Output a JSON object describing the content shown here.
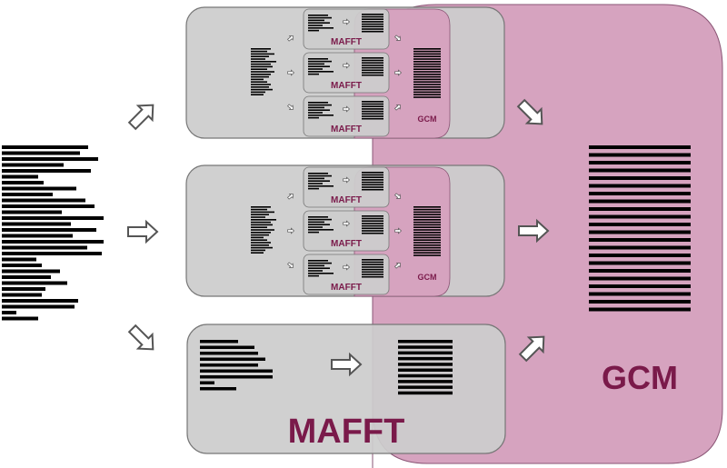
{
  "diagram": {
    "gcm_label_large": "GCM",
    "mafft_label_large": "MAFFT",
    "mafft_label_small": "MAFFT",
    "gcm_label_small": "GCM"
  },
  "colors": {
    "gcm_fill": "#d6a3bf",
    "mafft_box_fill": "#cccccc",
    "label_color": "#7a1a4a",
    "bar_color": "#000000",
    "arrow_stroke": "#555555"
  }
}
